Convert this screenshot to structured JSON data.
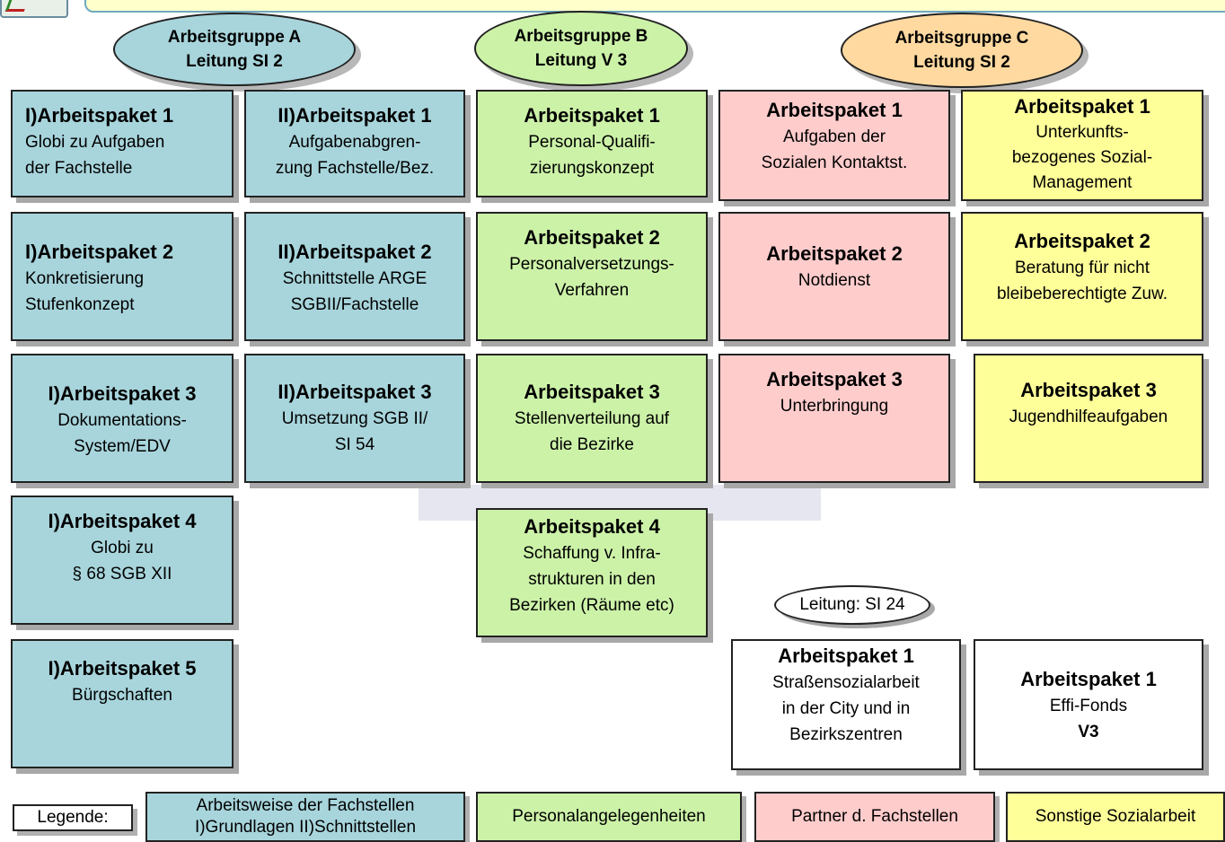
{
  "groups": {
    "a": {
      "line1": "Arbeitsgruppe A",
      "line2": "Leitung SI 2",
      "color": "#a8d5dc"
    },
    "b": {
      "line1": "Arbeitsgruppe B",
      "line2": "Leitung V 3",
      "color": "#ccf2a8"
    },
    "c": {
      "line1": "Arbeitsgruppe C",
      "line2": "Leitung SI 2",
      "color": "#ffd9a0"
    }
  },
  "col_a1": [
    {
      "title": "I)Arbeitspaket 1",
      "lines": [
        "Globi zu Aufgaben",
        "der Fachstelle"
      ]
    },
    {
      "title": "I)Arbeitspaket 2",
      "lines": [
        "Konkretisierung",
        "Stufenkonzept"
      ]
    },
    {
      "title": "I)Arbeitspaket 3",
      "lines": [
        "Dokumentations-",
        "System/EDV"
      ]
    },
    {
      "title": "I)Arbeitspaket 4",
      "lines": [
        "Globi zu",
        "§ 68 SGB XII"
      ]
    },
    {
      "title": "I)Arbeitspaket 5",
      "lines": [
        "Bürgschaften"
      ]
    }
  ],
  "col_a2": [
    {
      "title": "II)Arbeitspaket 1",
      "lines": [
        "Aufgabenabgren-",
        "zung Fachstelle/Bez."
      ]
    },
    {
      "title": "II)Arbeitspaket 2",
      "lines": [
        "Schnittstelle ARGE",
        "SGBII/Fachstelle"
      ]
    },
    {
      "title": "II)Arbeitspaket 3",
      "lines": [
        "Umsetzung SGB II/",
        "SI 54"
      ]
    }
  ],
  "col_b": [
    {
      "title": "Arbeitspaket 1",
      "lines": [
        "Personal-Qualifi-",
        "zierungskonzept"
      ]
    },
    {
      "title": "Arbeitspaket 2",
      "lines": [
        "Personalversetzungs-",
        "Verfahren"
      ]
    },
    {
      "title": "Arbeitspaket 3",
      "lines": [
        "Stellenverteilung auf",
        "die Bezirke"
      ]
    },
    {
      "title": "Arbeitspaket 4",
      "lines": [
        "Schaffung v. Infra-",
        "strukturen in den",
        "Bezirken (Räume etc)"
      ]
    }
  ],
  "col_c1": [
    {
      "title": "Arbeitspaket 1",
      "lines": [
        "Aufgaben der",
        "Sozialen Kontaktst."
      ]
    },
    {
      "title": "Arbeitspaket 2",
      "lines": [
        "Notdienst"
      ]
    },
    {
      "title": "Arbeitspaket 3",
      "lines": [
        "",
        "Unterbringung"
      ]
    }
  ],
  "col_c2": [
    {
      "title": "Arbeitspaket 1",
      "lines": [
        "Unterkunfts-",
        "bezogenes Sozial-",
        "Management"
      ]
    },
    {
      "title": "Arbeitspaket 2",
      "lines": [
        "Beratung für nicht",
        "bleibeberechtigte Zuw."
      ]
    },
    {
      "title": "Arbeitspaket 3",
      "lines": [
        "",
        "Jugendhilfeaufgaben"
      ]
    }
  ],
  "leitung_si24": "Leitung: SI 24",
  "white_boxes": [
    {
      "title": "Arbeitspaket 1",
      "lines": [
        "Straßensozialarbeit",
        "in der City und in",
        "Bezirkszentren"
      ]
    },
    {
      "title": "Arbeitspaket 1",
      "lines": [
        "Effi-Fonds"
      ],
      "bold_line": "V3"
    }
  ],
  "legend": {
    "label": "Legende:",
    "items": [
      {
        "line1": "Arbeitsweise der Fachstellen",
        "line2": "I)Grundlagen II)Schnittstellen",
        "color": "#a8d5dc"
      },
      {
        "line1": "Personalangelegenheiten",
        "color": "#ccf2a8"
      },
      {
        "line1": "Partner d. Fachstellen",
        "color": "#ffcccc"
      },
      {
        "line1": "Sonstige Sozialarbeit",
        "color": "#ffff99"
      }
    ]
  }
}
